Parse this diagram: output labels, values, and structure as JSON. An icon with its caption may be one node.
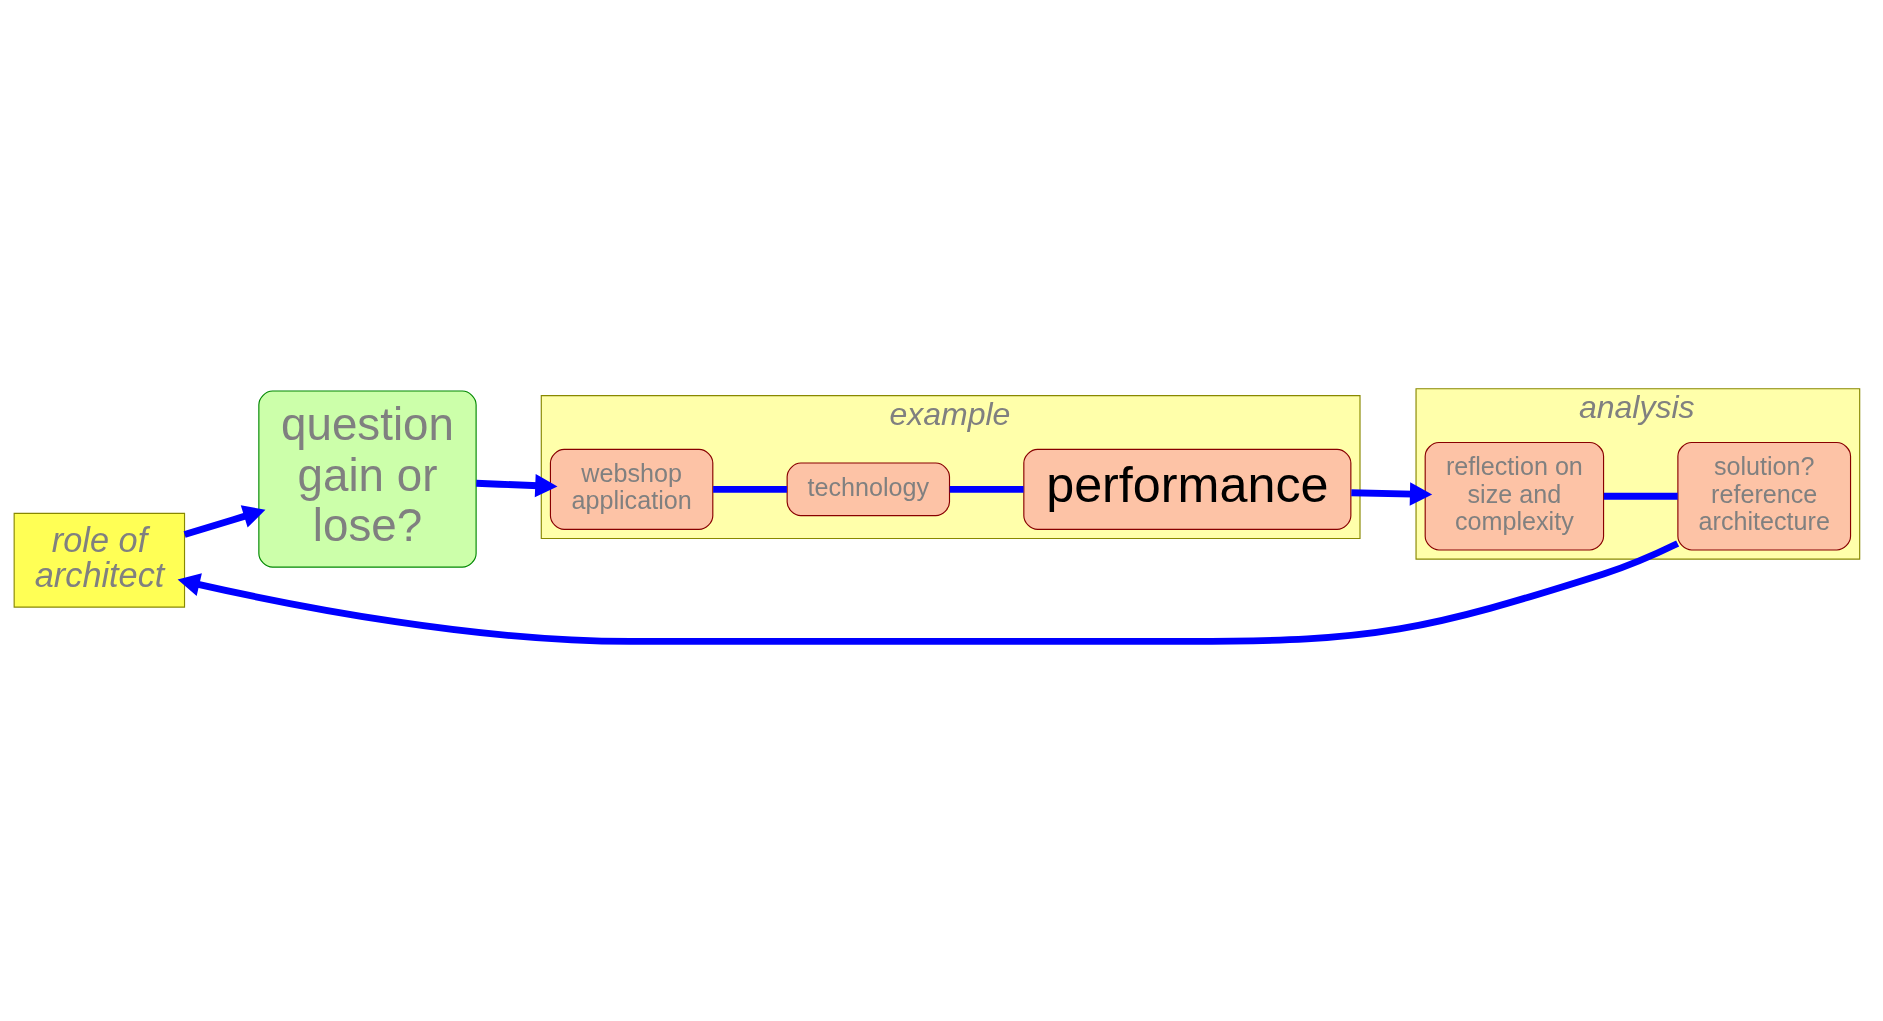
{
  "diagram": {
    "nodes": [
      {
        "text": [
          "question gain or lose?"
        ]
      },
      {
        "text": [
          "example"
        ]
      },
      {
        "text": [
          "webshop application"
        ],
        "in": 1
      },
      {
        "text": [
          "technology"
        ],
        "in": 1
      },
      {
        "text": [
          "performance"
        ],
        "in": 1
      },
      {
        "text": [
          "analysis"
        ]
      },
      {
        "text": [
          "solution? reference architecture"
        ],
        "in": 5
      },
      {
        "text": [
          "reflection on size and complexity"
        ],
        "in": 5
      },
      {
        "text": [
          "role of architect"
        ]
      }
    ],
    "edges": [
      {
        "from": 0,
        "to": 2,
        "arrow": "to"
      },
      {
        "from": 2,
        "to": 3,
        "arrow": "none"
      },
      {
        "from": 3,
        "to": 4,
        "arrow": "none"
      },
      {
        "from": 4,
        "to": 7,
        "arrow": "to"
      },
      {
        "from": 7,
        "to": 6,
        "arrow": "none"
      },
      {
        "from": 6,
        "to": 8,
        "arrow": "to"
      },
      {
        "from": 8,
        "to": 0,
        "arrow": "to"
      }
    ]
  }
}
